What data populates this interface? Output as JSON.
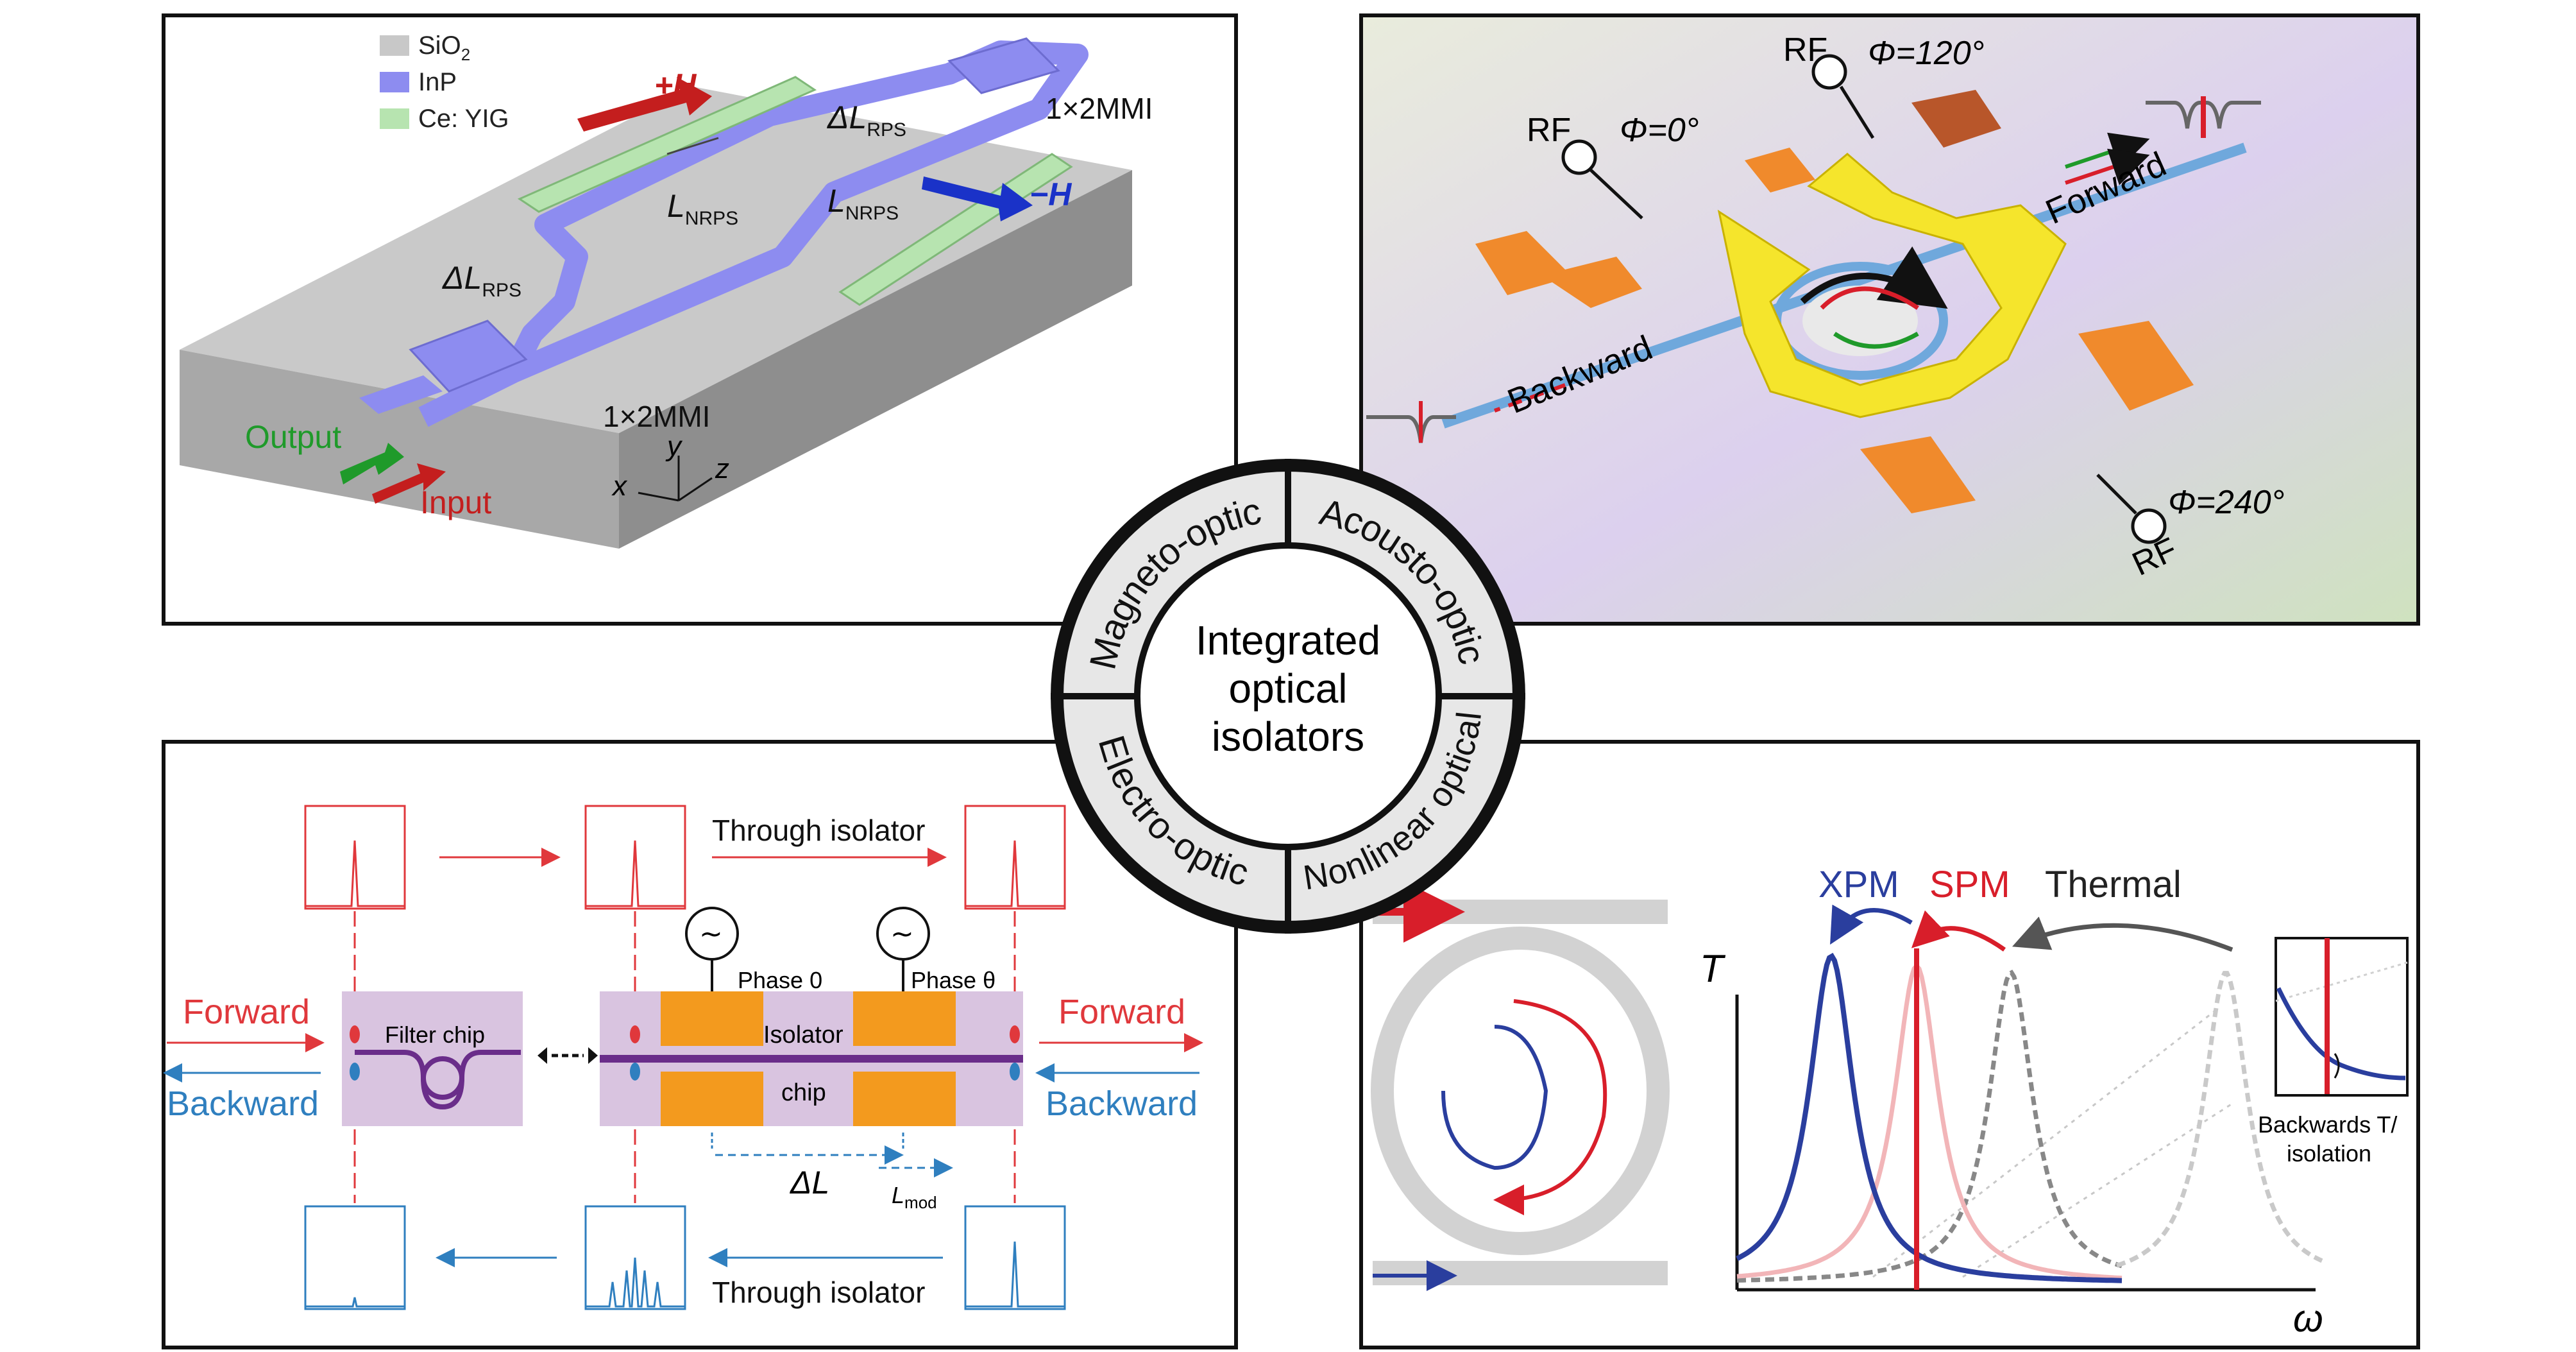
{
  "center": {
    "title_lines": [
      "Integrated",
      "optical",
      "isolators"
    ],
    "segments": [
      "Magneto-optic",
      "Acousto-optic",
      "Electro-optic",
      "Nonlinear optical"
    ]
  },
  "magneto": {
    "legend": {
      "sio2": "SiO",
      "sio2_sub": "2",
      "inp": "InP",
      "ceyig": "Ce: YIG"
    },
    "plus_h": "+H",
    "minus_h": "−H",
    "mmi_top": "1×2MMI",
    "mmi_bottom": "1×2MMI",
    "l_nrps": "L",
    "l_nrps_sub": "NRPS",
    "dl_rps": "ΔL",
    "dl_rps_sub": "RPS",
    "output": "Output",
    "input": "Input",
    "axes": {
      "x": "x",
      "y": "y",
      "z": "z"
    },
    "colors": {
      "sio2": "#c8c8c8",
      "inp": "#8d8cf0",
      "ceyig": "#b7e4b0",
      "plus_h": "#c41e1e",
      "minus_h": "#1a32c8"
    }
  },
  "acousto": {
    "rf": "RF",
    "phi0": "Φ=0°",
    "phi120": "Φ=120°",
    "phi240": "Φ=240°",
    "forward": "Forward",
    "backward": "Backward"
  },
  "electro": {
    "through_isolator_top": "Through isolator",
    "through_isolator_bottom": "Through isolator",
    "forward_left": "Forward",
    "backward_left": "Backward",
    "forward_right": "Forward",
    "backward_right": "Backward",
    "filter_chip": "Filter chip",
    "phase0": "Phase 0",
    "phase_theta": "Phase θ",
    "isolator": "Isolator",
    "chip": "chip",
    "delta_l": "ΔL",
    "l_mod": "L",
    "l_mod_sub": "mod",
    "colors": {
      "forward": "#e0383c",
      "backward": "#2f7fbf",
      "chip": "#d9c4e0",
      "electrode": "#f39a1e"
    }
  },
  "nonlinear": {
    "xpm": "XPM",
    "spm": "SPM",
    "thermal": "Thermal",
    "t_axis": "T",
    "w_axis": "ω",
    "inset_label_1": "Backwards T/",
    "inset_label_2": "isolation",
    "colors": {
      "xpm": "#2a3e9e",
      "spm": "#d81e2a",
      "thermal": "#222222"
    }
  }
}
